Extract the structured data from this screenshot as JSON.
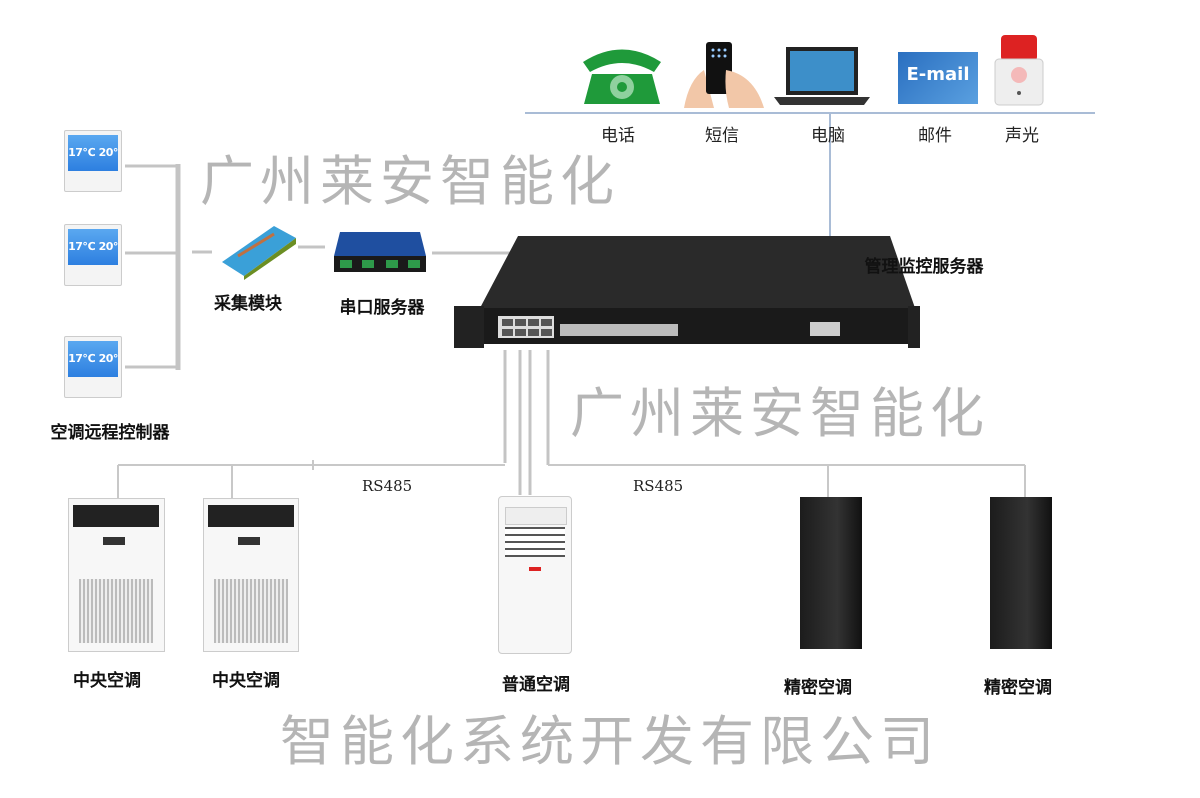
{
  "watermark": "广州莱安智能化系统开发有限公司",
  "watermark_top": "广州莱安智能化",
  "watermark_mid": "广州莱安智能化",
  "watermark_bottom": "智能化系统开发有限公司",
  "alerts": [
    {
      "label": "电话",
      "icon": "phone-icon"
    },
    {
      "label": "短信",
      "icon": "sms-icon"
    },
    {
      "label": "电脑",
      "icon": "laptop-icon"
    },
    {
      "label": "邮件",
      "icon": "email-icon",
      "icon_text": "E-mail"
    },
    {
      "label": "声光",
      "icon": "alarm-light-icon"
    }
  ],
  "thermostat_text": "17℃ 20°",
  "labels": {
    "controllers": "空调远程控制器",
    "module": "采集模块",
    "serial": "串口服务器",
    "server": "管理监控服务器",
    "rs485_left": "RS485",
    "rs485_right": "RS485",
    "ac1": "中央空调",
    "ac2": "中央空调",
    "ac3": "普通空调",
    "ac4": "精密空调",
    "ac5": "精密空调"
  },
  "colors": {
    "line": "#b0c4de",
    "wire": "#bbbbbb",
    "phone": "#1f9a3a",
    "email": "#2a6fc0",
    "alarm": "#d22"
  }
}
